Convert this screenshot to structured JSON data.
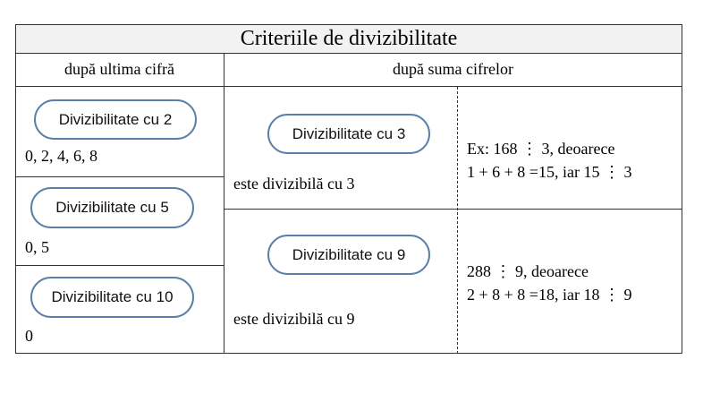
{
  "table": {
    "title": "Criteriile de divizibilitate",
    "col1_header": "după ultima cifră",
    "col2_header": "după suma cifrelor",
    "by_last_digit": [
      {
        "label": "Divizibilitate cu 2",
        "digits": "0, 2, 4, 6, 8"
      },
      {
        "label": "Divizibilitate cu 5",
        "digits": "0, 5"
      },
      {
        "label": "Divizibilitate cu 10",
        "digits": "0"
      }
    ],
    "by_digit_sum": [
      {
        "label": "Divizibilitate cu 3",
        "rule": "este divizibilă cu 3",
        "example_line1": "Ex: 168 ⋮ 3, deoarece",
        "example_line2": "1 + 6 + 8 =15, iar 15 ⋮ 3"
      },
      {
        "label": "Divizibilitate cu 9",
        "rule": "este divizibilă cu 9",
        "example_line1": "288 ⋮ 9, deoarece",
        "example_line2": "2 + 8 + 8 =18, iar 18 ⋮ 9"
      }
    ]
  }
}
